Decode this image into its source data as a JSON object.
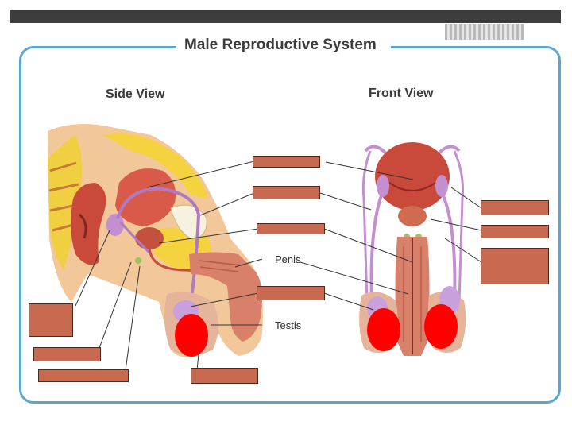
{
  "title": "Male Reproductive System",
  "views": {
    "side": "Side View",
    "front": "Front View"
  },
  "labels": {
    "penis": "Penis",
    "testis": "Testis"
  },
  "colors": {
    "label_box": "#c86a50",
    "marker": "#ff0000",
    "frame": "#5aa6d2"
  }
}
